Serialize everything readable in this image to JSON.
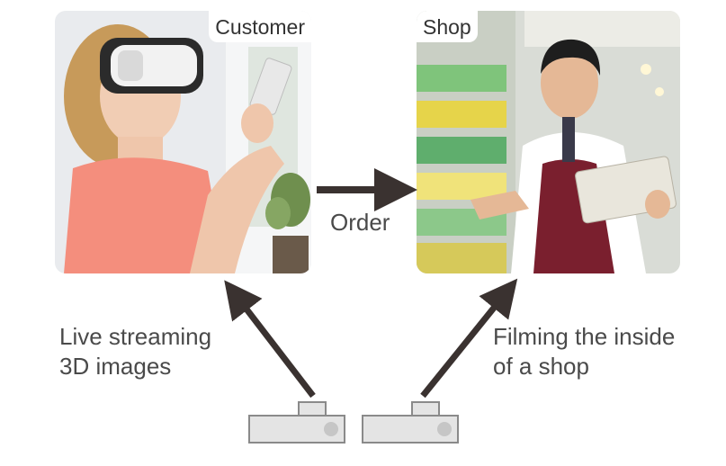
{
  "customer_panel": {
    "tag": "Customer"
  },
  "shop_panel": {
    "tag": "Shop"
  },
  "order_label": "Order",
  "left_caption": {
    "line1": "Live streaming",
    "line2": "3D images"
  },
  "right_caption": {
    "line1": "Filming the inside",
    "line2": "of a shop"
  },
  "colors": {
    "arrow": "#3a3230",
    "text": "#4a4a4a",
    "camera_fill": "#e4e4e4",
    "camera_stroke": "#8a8a8a"
  }
}
